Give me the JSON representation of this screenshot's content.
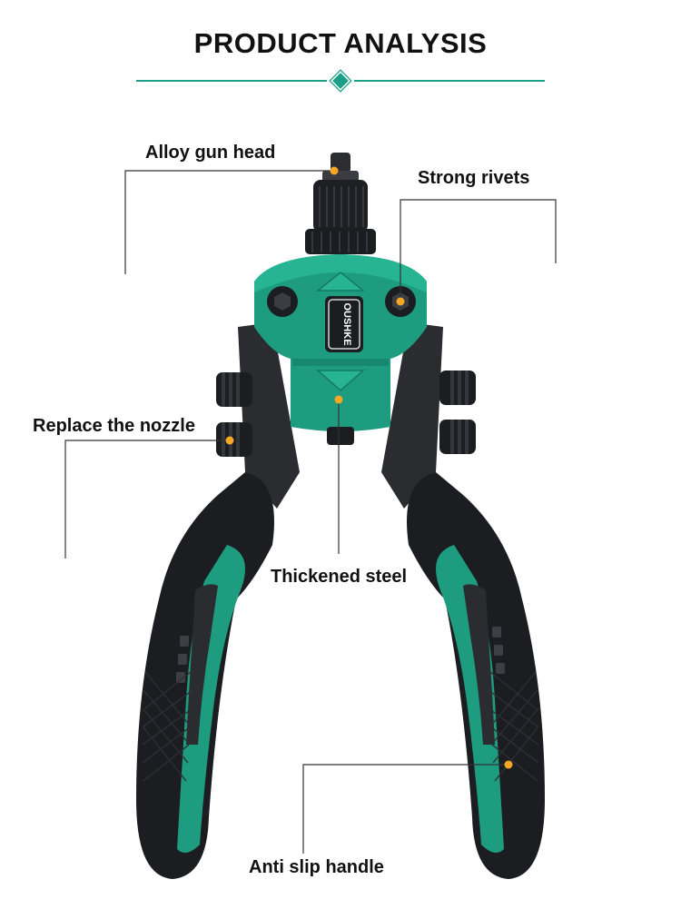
{
  "header": {
    "title": "PRODUCT ANALYSIS"
  },
  "product": {
    "brand_text": "OUSHKE"
  },
  "callouts": [
    {
      "label": "Alloy gun head"
    },
    {
      "label": "Strong rivets"
    },
    {
      "label": "Replace the nozzle"
    },
    {
      "label": "Thickened steel"
    },
    {
      "label": "Anti slip handle"
    }
  ],
  "colors": {
    "accent": "#1a9e86",
    "body_green": "#1e9c80",
    "grip_black": "#1b1d20",
    "dot_orange": "#f5a623"
  }
}
